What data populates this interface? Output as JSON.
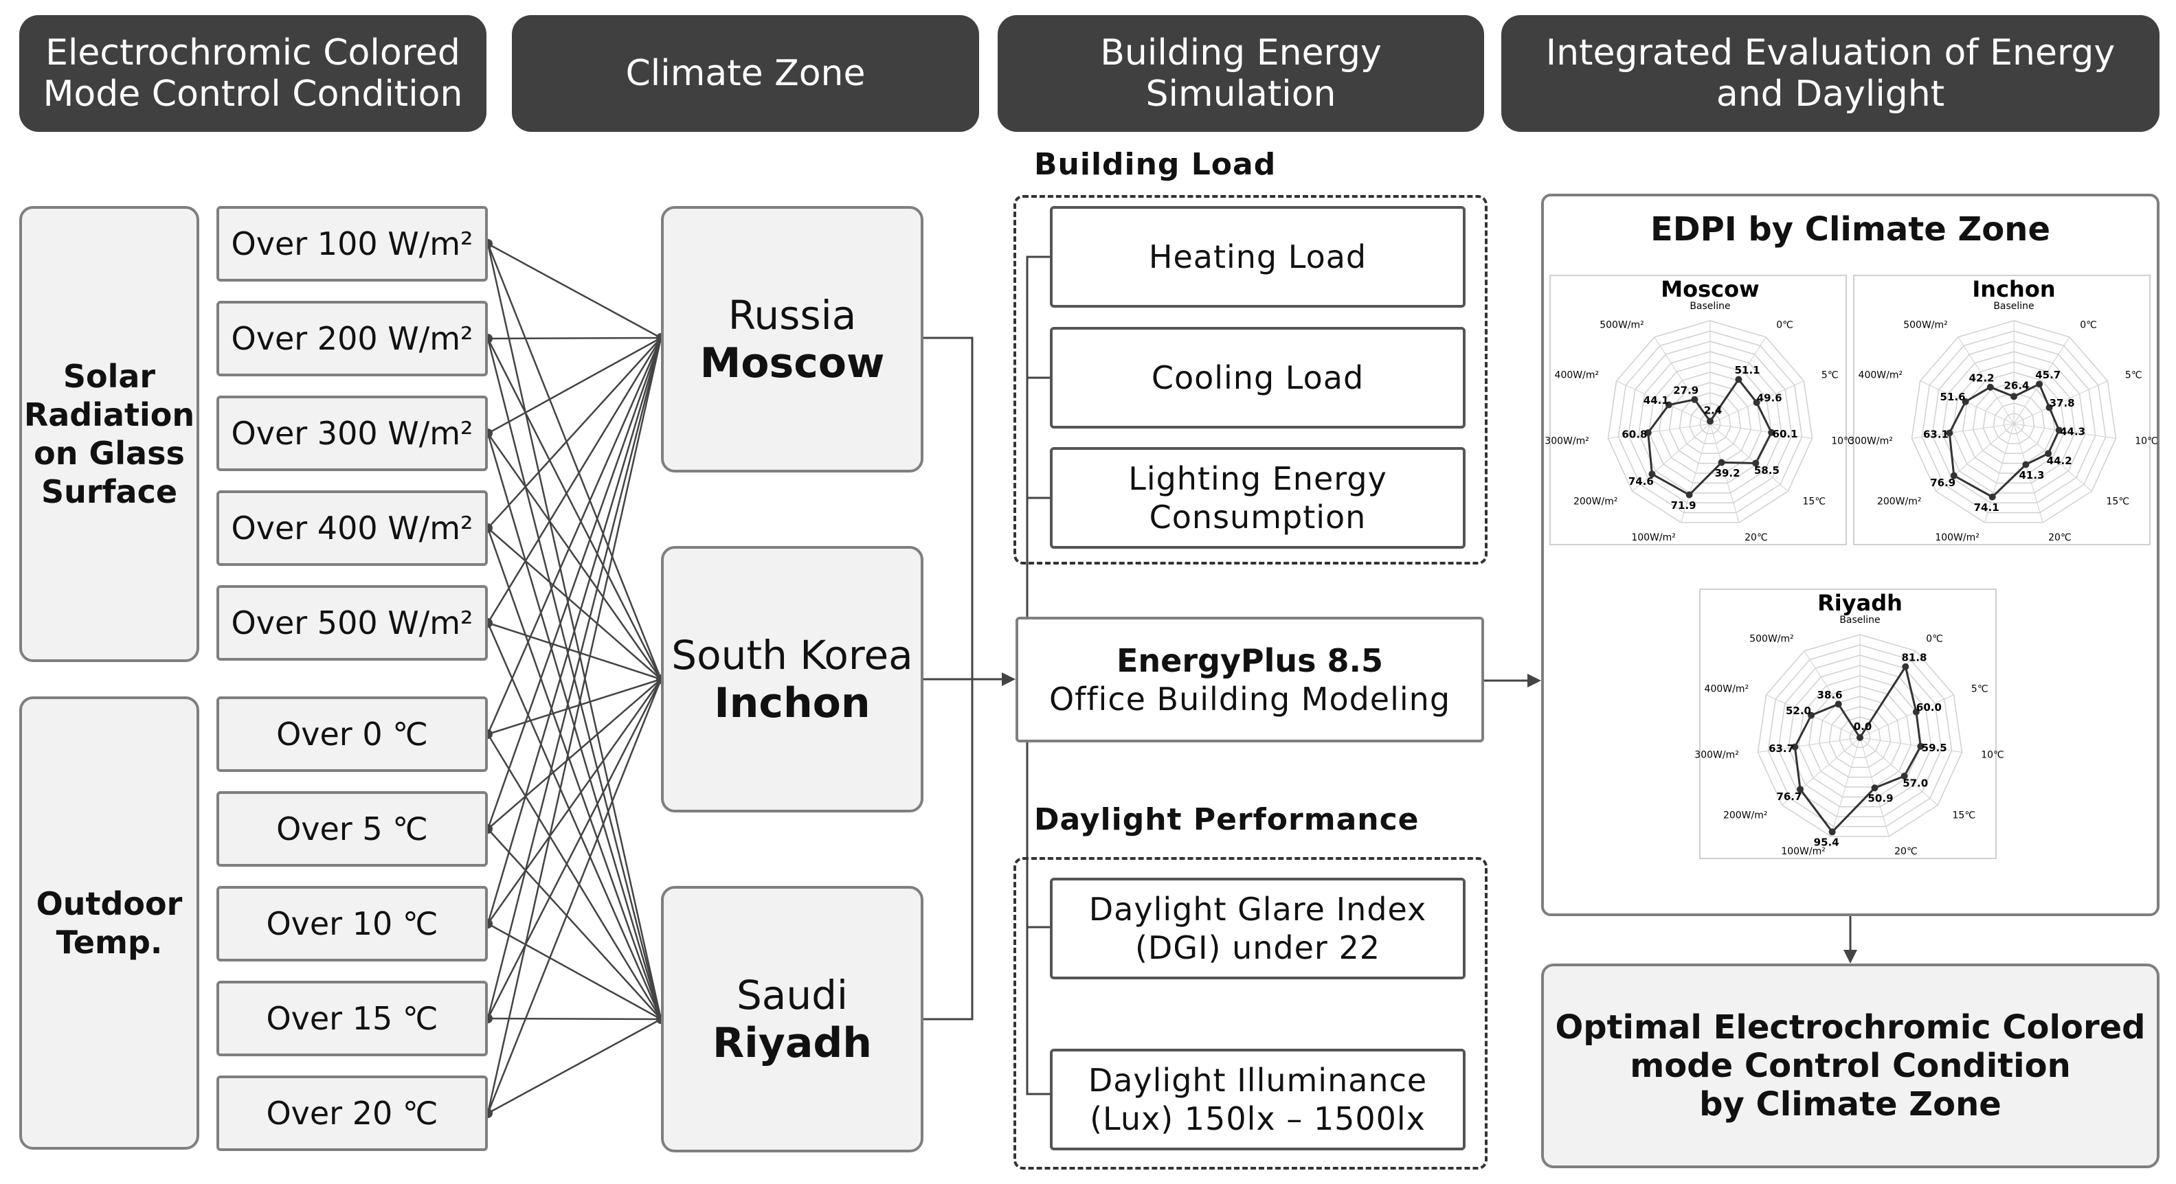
{
  "headers": [
    "Electrochromic Colored\nMode Control Condition",
    "Climate Zone",
    "Building Energy\nSimulation",
    "Integrated Evaluation of Energy\nand Daylight"
  ],
  "categories": {
    "solar": "Solar\nRadiation\non Glass\nSurface",
    "temp": "Outdoor\nTemp."
  },
  "conditions": [
    "Over 100 W/m²",
    "Over 200 W/m²",
    "Over 300 W/m²",
    "Over 400 W/m²",
    "Over 500 W/m²",
    "Over 0 ℃",
    "Over 5 ℃",
    "Over 10 ℃",
    "Over 15 ℃",
    "Over 20 ℃"
  ],
  "cities": [
    {
      "country": "Russia",
      "city": "Moscow"
    },
    {
      "country": "South Korea",
      "city": "Inchon"
    },
    {
      "country": "Saudi",
      "city": "Riyadh"
    }
  ],
  "building_load": {
    "title": "Building Load",
    "items": [
      "Heating Load",
      "Cooling Load",
      "Lighting Energy\nConsumption"
    ]
  },
  "energyplus": {
    "line1": "EnergyPlus 8.5",
    "line2": "Office Building Modeling"
  },
  "daylight": {
    "title": "Daylight Performance",
    "items": [
      "Daylight Glare Index\n(DGI) under 22",
      "Daylight Illuminance\n(Lux) 150lx – 1500lx"
    ]
  },
  "edpi": {
    "title": "EDPI by Climate Zone",
    "axes": [
      "Baseline",
      "0℃",
      "5℃",
      "10℃",
      "15℃",
      "20℃",
      "100W/m²",
      "200W/m²",
      "300W/m²",
      "400W/m²",
      "500W/m²"
    ],
    "charts": [
      {
        "name": "Moscow",
        "values": [
          2.4,
          51.1,
          49.6,
          60.1,
          58.5,
          39.2,
          71.9,
          74.6,
          60.8,
          44.1,
          27.9
        ]
      },
      {
        "name": "Inchon",
        "values": [
          26.4,
          45.7,
          37.8,
          44.3,
          44.2,
          41.3,
          74.1,
          76.9,
          63.1,
          51.6,
          42.2
        ]
      },
      {
        "name": "Riyadh",
        "values": [
          0.0,
          81.8,
          60.0,
          59.5,
          57.0,
          50.9,
          95.4,
          76.7,
          63.7,
          52.0,
          38.6
        ]
      }
    ]
  },
  "final": "Optimal Electrochromic Colored\nmode Control Condition\nby Climate Zone",
  "colors": {
    "header_bg": "#404040",
    "box_bg": "#f2f2f2",
    "border": "#7f7f7f"
  }
}
